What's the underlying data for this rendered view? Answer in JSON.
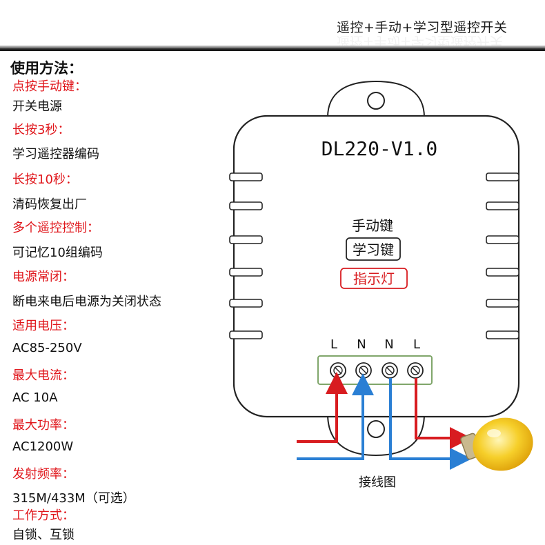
{
  "header": {
    "title": "遥控+手动+学习型遥控开关"
  },
  "usage": {
    "title": "使用方法：",
    "items": [
      {
        "label": "点按手动键：",
        "value": "开关电源"
      },
      {
        "label": "长按3秒：",
        "value": "学习遥控器编码"
      },
      {
        "label": "长按10秒：",
        "value": "清码恢复出厂"
      },
      {
        "label": "多个遥控控制：",
        "value": "可记忆10组编码"
      },
      {
        "label": "电源常闭：",
        "value": "断电来电后电源为关闭状态"
      },
      {
        "label": "适用电压：",
        "value": "AC85-250V"
      },
      {
        "label": "最大电流：",
        "value": "AC 10A"
      },
      {
        "label": "最大功率：",
        "value": "AC1200W"
      },
      {
        "label": "发射频率：",
        "value": "315M/433M（可选）"
      },
      {
        "label": "工作方式：",
        "value": "自锁、互锁"
      }
    ]
  },
  "device": {
    "model": "DL220-V1.0",
    "manual_key": "手动键",
    "learn_key": "学习键",
    "indicator": "指示灯",
    "terminals": [
      "L",
      "N",
      "N",
      "L"
    ],
    "wiring_caption": "接线图"
  },
  "colors": {
    "label_red": "#e0161b",
    "wire_red": "#d81c20",
    "wire_blue": "#2a7fd4",
    "terminal_green": "#7fa66a",
    "bulb": "#f2c21b"
  }
}
